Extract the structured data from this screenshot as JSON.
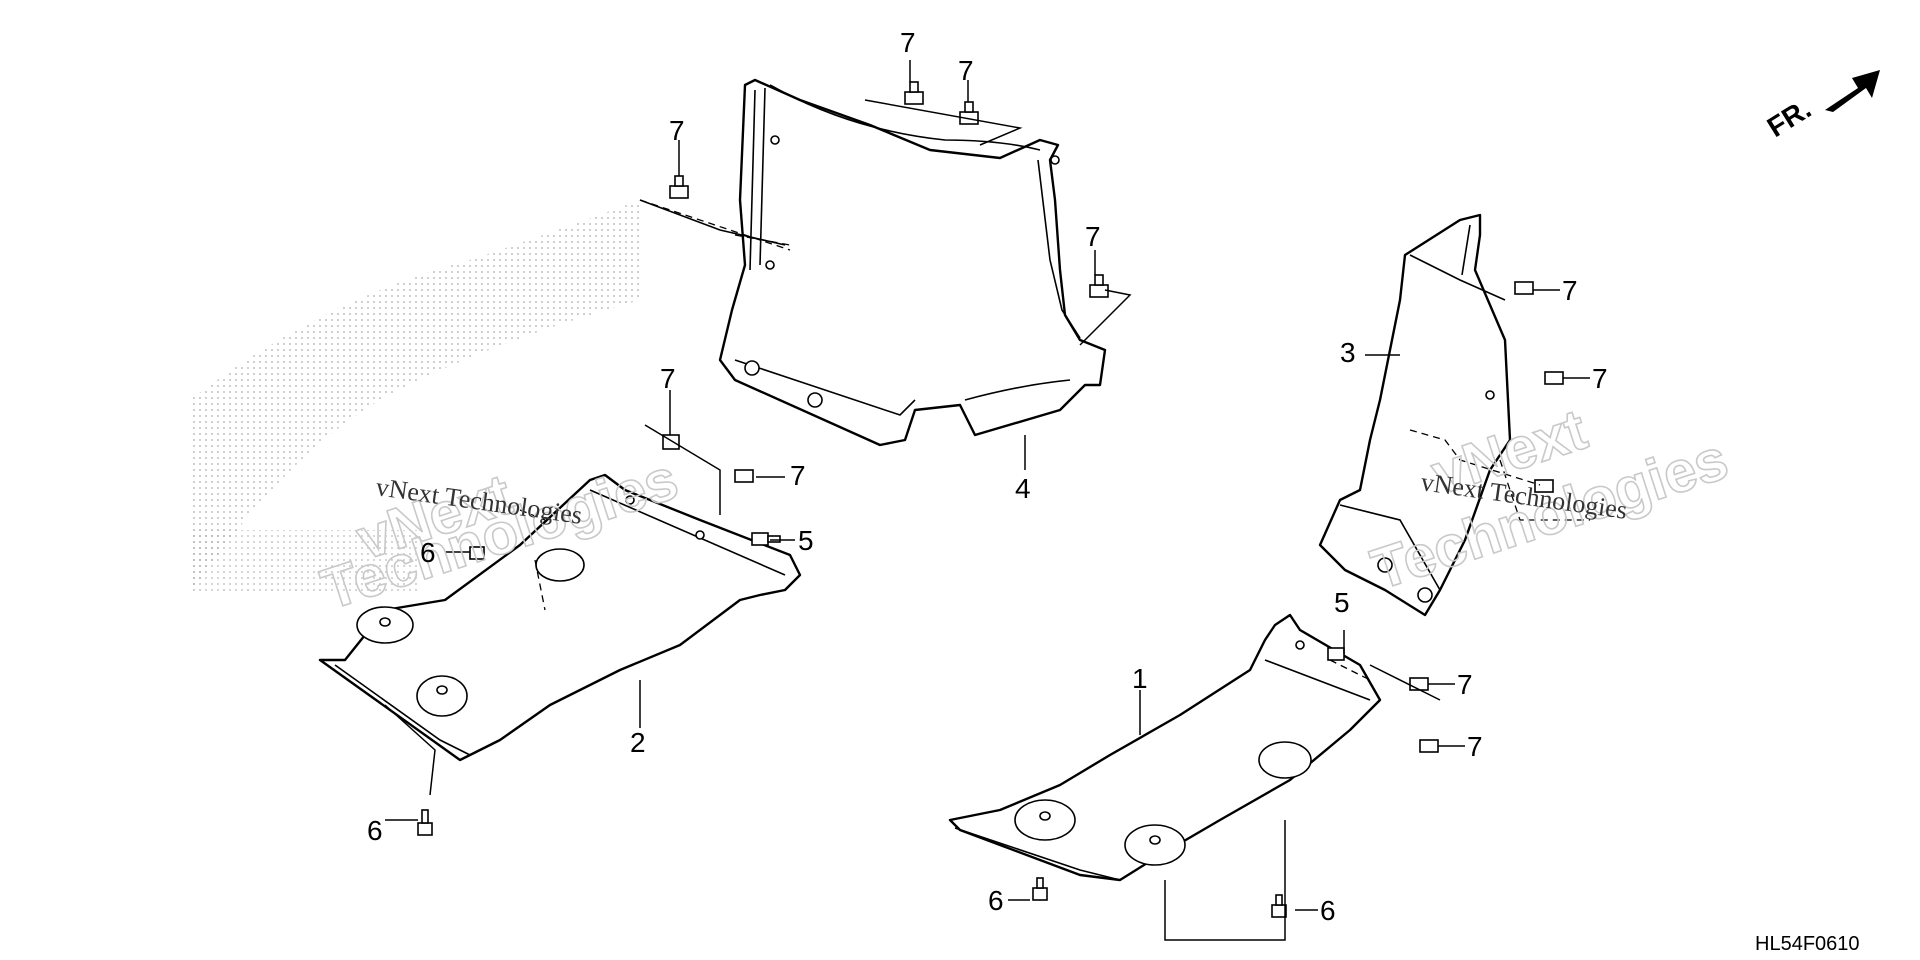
{
  "diagram": {
    "code": "HL54F0610",
    "front_label": "FR."
  },
  "callouts": {
    "c1": "1",
    "c2": "2",
    "c3": "3",
    "c4": "4",
    "c5a": "5",
    "c5b": "5",
    "c6a": "6",
    "c6b": "6",
    "c6c": "6",
    "c6d": "6",
    "c7a": "7",
    "c7b": "7",
    "c7c": "7",
    "c7d": "7",
    "c7e": "7",
    "c7f": "7",
    "c7g": "7",
    "c7h": "7",
    "c7i": "7",
    "c7j": "7"
  },
  "watermark": {
    "brand": "vNext",
    "suffix": "Technologies",
    "full": "vNext Technologies"
  },
  "colors": {
    "line": "#000000",
    "background": "#ffffff",
    "watermark": "#c9c9c9"
  }
}
